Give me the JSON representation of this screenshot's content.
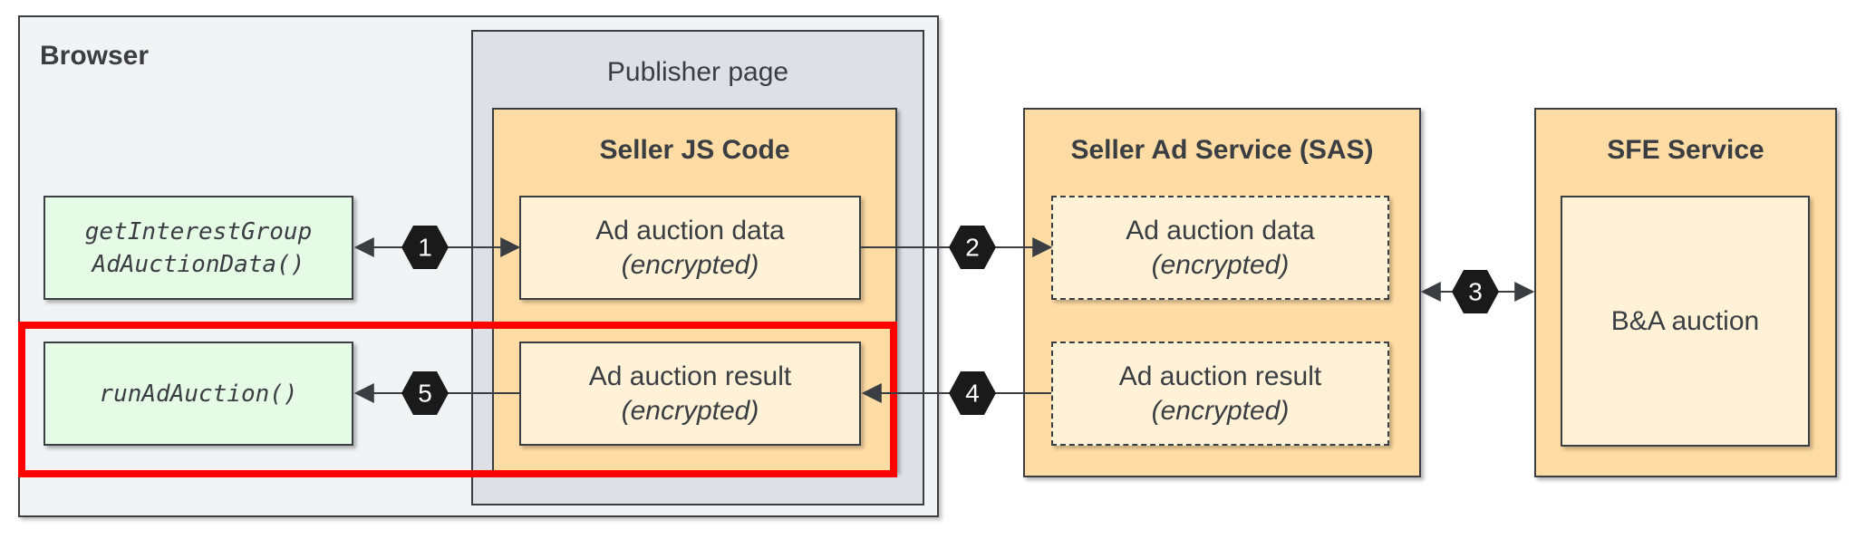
{
  "browser": {
    "title": "Browser"
  },
  "publisher": {
    "title": "Publisher page"
  },
  "seller_js": {
    "title": "Seller JS Code"
  },
  "sas": {
    "title": "Seller Ad Service (SAS)"
  },
  "sfe": {
    "title": "SFE Service",
    "content": "B&A auction"
  },
  "api": {
    "get_data_line1": "getInterestGroup",
    "get_data_line2": "AdAuctionData()",
    "run_auction": "runAdAuction()"
  },
  "blocks": {
    "data_label": "Ad auction data",
    "result_label": "Ad auction result",
    "encrypted": "(encrypted)"
  },
  "steps": [
    "1",
    "2",
    "3",
    "4",
    "5"
  ],
  "colors": {
    "browser_bg": "#f1f3f5",
    "publisher_bg": "#dde1e6",
    "orange": "#fedca4",
    "cream": "#fff2d6",
    "green": "#e6fbe6",
    "highlight": "#ff0000",
    "ink": "#3a3d42"
  }
}
